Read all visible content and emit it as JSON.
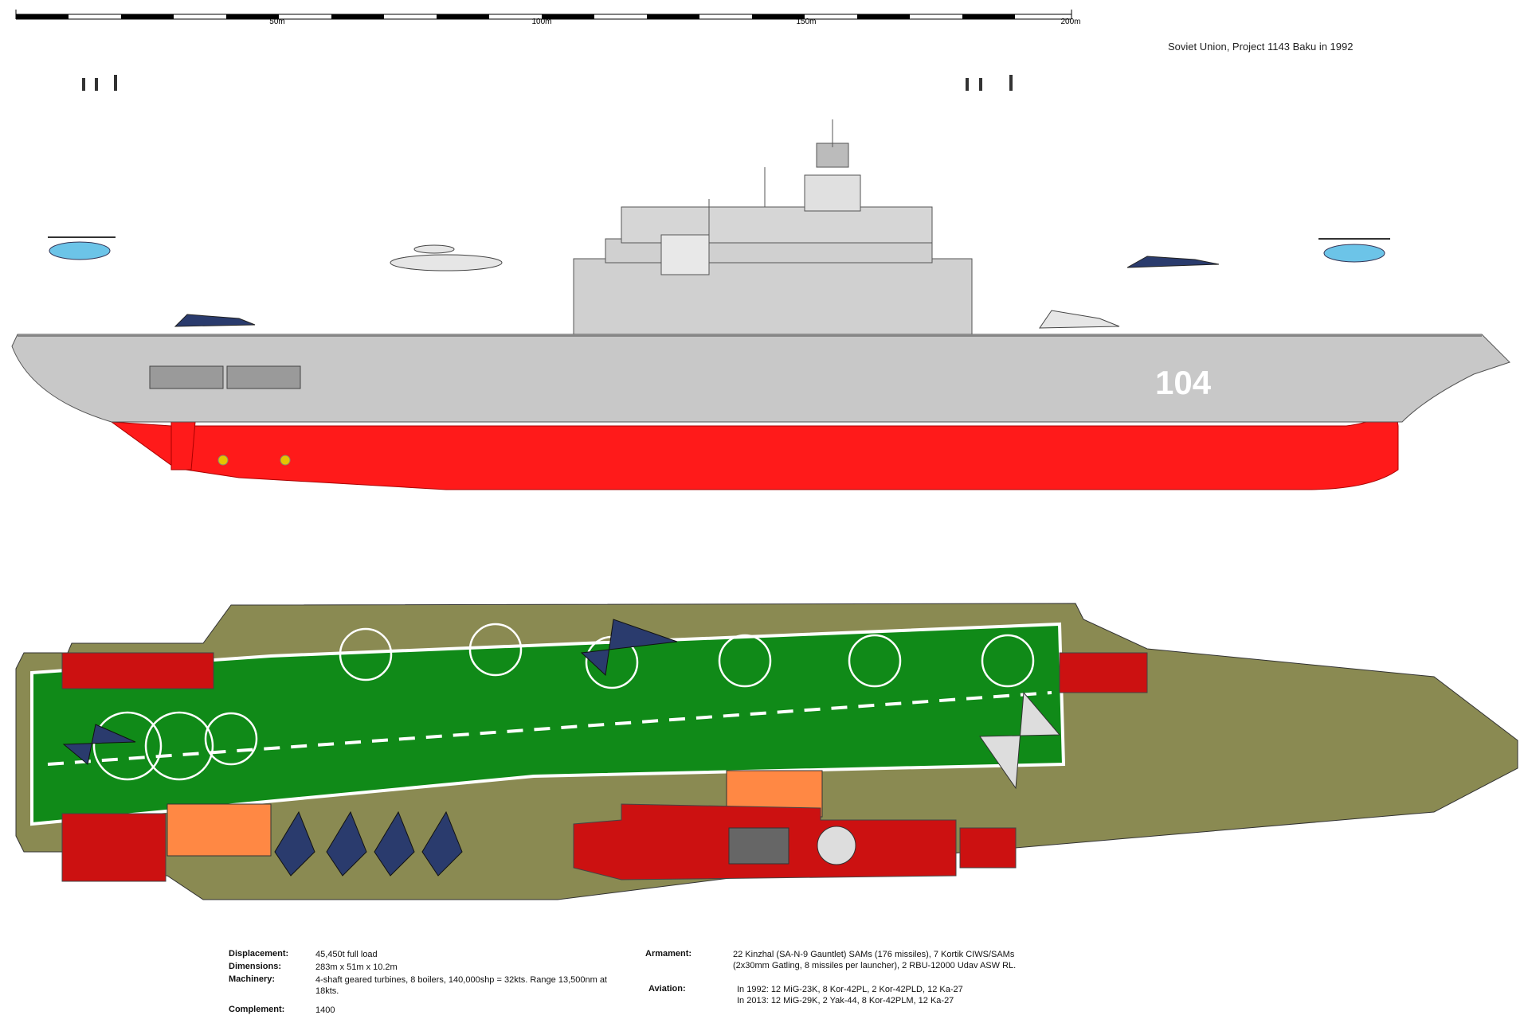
{
  "title": "Soviet Union, Project 1143 Baku",
  "title_year": "in 1992",
  "scale": {
    "ticks": [
      "50m",
      "100m",
      "150m",
      "200m"
    ]
  },
  "hull_number": "104",
  "specs": {
    "displacement": {
      "label": "Displacement:",
      "value": "45,450t full load"
    },
    "dimensions": {
      "label": "Dimensions:",
      "value": "283m x 51m x 10.2m"
    },
    "machinery": {
      "label": "Machinery:",
      "value_line1": "4-shaft geared turbines, 8 boilers, 140,000shp = 32kts. Range 13,500nm at",
      "value_line2": "18kts."
    },
    "complement": {
      "label": "Complement:",
      "value": "1400"
    },
    "armament": {
      "label": "Armament:",
      "value_line1": "22 Kinzhal (SA-N-9 Gauntlet) SAMs (176 missiles), 7 Kortik CIWS/SAMs",
      "value_line2": "(2x30mm Gatling, 8 missiles per launcher), 2 RBU-12000 Udav ASW RL."
    },
    "aviation": {
      "label": "Aviation:",
      "value_line1": "In 1992: 12 MiG-23K, 8 Kor-42PL, 2 Kor-42PLD, 12 Ka-27",
      "value_line2": "In 2013: 12 MiG-29K, 2 Yak-44, 8 Kor-42PLM, 12 Ka-27"
    }
  },
  "colors": {
    "hull_grey": "#c8c8c8",
    "antifouling_red": "#ff1a1a",
    "deck_olive": "#8a8a52",
    "flight_green": "#108a18",
    "island_red": "#cc1111",
    "elevator_orange": "#ff8844"
  }
}
